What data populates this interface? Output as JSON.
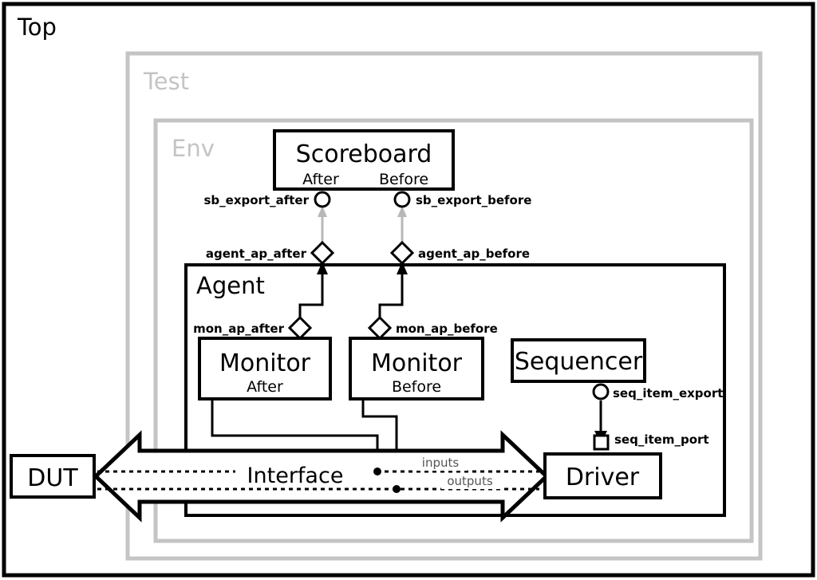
{
  "containers": {
    "top": {
      "label": "Top"
    },
    "test": {
      "label": "Test"
    },
    "env": {
      "label": "Env"
    },
    "agent": {
      "label": "Agent"
    }
  },
  "blocks": {
    "scoreboard": {
      "title": "Scoreboard",
      "sub_left": "After",
      "sub_right": "Before"
    },
    "monitor_after": {
      "title": "Monitor",
      "sub": "After"
    },
    "monitor_before": {
      "title": "Monitor",
      "sub": "Before"
    },
    "sequencer": {
      "title": "Sequencer"
    },
    "driver": {
      "title": "Driver"
    },
    "dut": {
      "title": "DUT"
    }
  },
  "ports": {
    "sb_export_after": "sb_export_after",
    "sb_export_before": "sb_export_before",
    "agent_ap_after": "agent_ap_after",
    "agent_ap_before": "agent_ap_before",
    "mon_ap_after": "mon_ap_after",
    "mon_ap_before": "mon_ap_before",
    "seq_item_export": "seq_item_export",
    "seq_item_port": "seq_item_port"
  },
  "interface": {
    "label": "Interface",
    "inputs_label": "inputs",
    "outputs_label": "outputs"
  },
  "colors": {
    "stroke_black": "#000000",
    "stroke_gray": "#c4c4c4",
    "connector_gray": "#b8b8b8",
    "background": "#ffffff",
    "flow_text": "#555555"
  }
}
